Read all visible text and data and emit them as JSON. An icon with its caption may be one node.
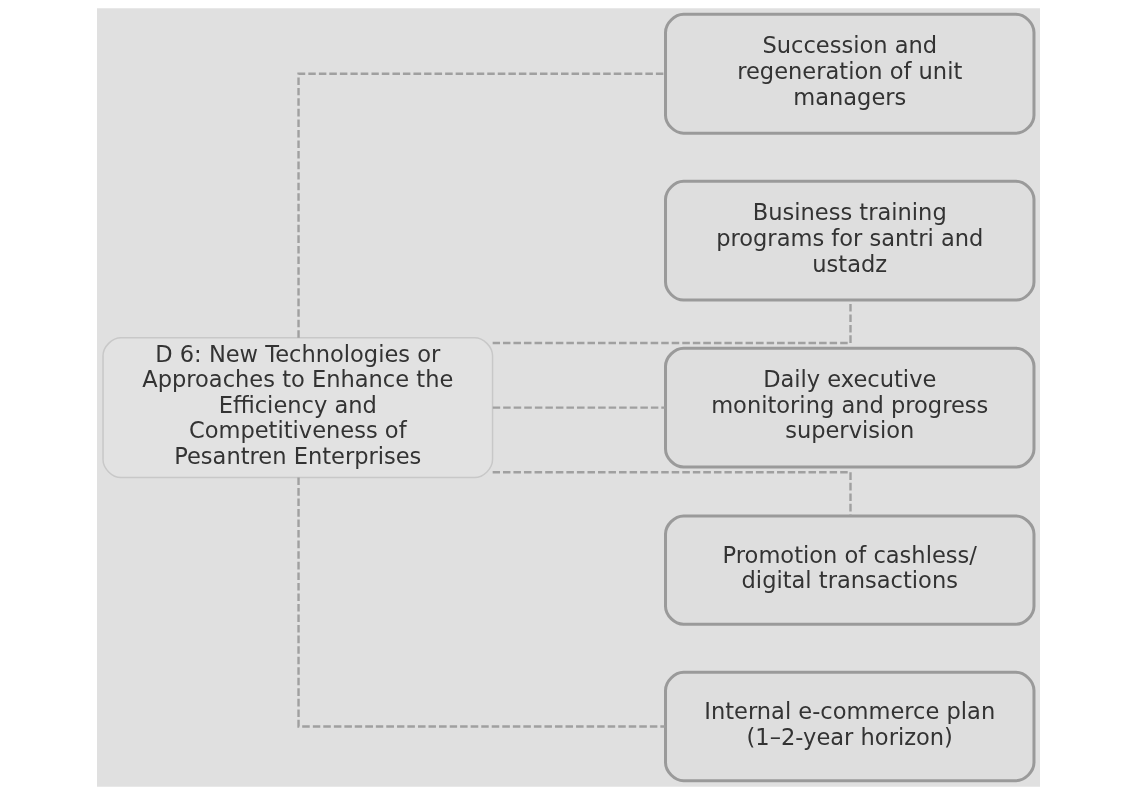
{
  "diagram": {
    "nodes": [
      {
        "text": [
          "D 6: New Technologies or Approaches to Enhance the Efficiency and Competitiveness of Pesantren Enterprises"
        ]
      },
      {
        "text": [
          "Succession and regeneration of unit managers"
        ]
      },
      {
        "text": [
          "Business training programs for santri and ustadz"
        ]
      },
      {
        "text": [
          "Daily executive monitoring and progress supervision"
        ]
      },
      {
        "text": [
          "Promotion of cashless/ digital transactions"
        ]
      },
      {
        "text": [
          "Internal e-commerce plan (1–2-year horizon)"
        ]
      }
    ],
    "edges": [
      {
        "from": 0,
        "to": 1,
        "arrow": "none",
        "style": "dashed"
      },
      {
        "from": 0,
        "to": 2,
        "arrow": "none",
        "style": "dashed"
      },
      {
        "from": 0,
        "to": 3,
        "arrow": "none",
        "style": "dashed"
      },
      {
        "from": 0,
        "to": 4,
        "arrow": "none",
        "style": "dashed"
      },
      {
        "from": 0,
        "to": 5,
        "arrow": "none",
        "style": "dashed"
      }
    ]
  }
}
